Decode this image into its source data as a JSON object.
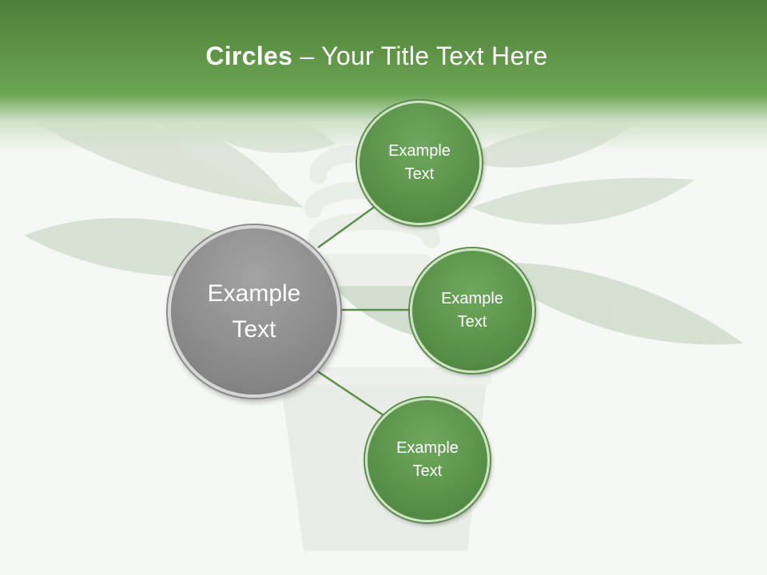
{
  "slide": {
    "title_bold": "Circles",
    "title_rest": " – Your Title Text Here"
  },
  "diagram": {
    "center": {
      "label": "Example\nText"
    },
    "nodes": [
      {
        "label": "Example\nText"
      },
      {
        "label": "Example\nText"
      },
      {
        "label": "Example\nText"
      }
    ]
  },
  "colors": {
    "header": "#5f9447",
    "node_green": "#5a944a",
    "center_grey": "#8d8d8d",
    "connector": "#5c8f47"
  }
}
